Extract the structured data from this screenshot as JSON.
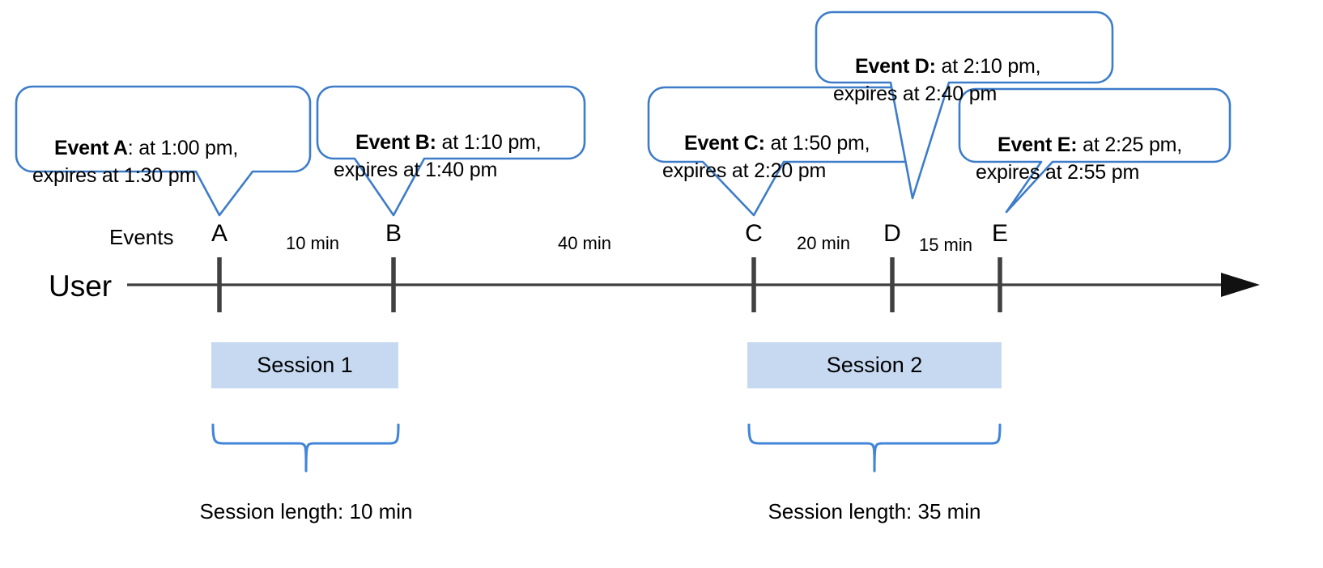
{
  "diagram": {
    "title_row_label": "Events",
    "actor_label": "User",
    "callouts": [
      {
        "id": "A",
        "bold": "Event A",
        "sep": ": ",
        "line1_rest": "at 1:00 pm,",
        "line2": "expires at 1:30 pm",
        "event_time": "1:00 pm",
        "expires_time": "1:30 pm"
      },
      {
        "id": "B",
        "bold": "Event B:",
        "sep": " ",
        "line1_rest": "at 1:10 pm,",
        "line2": "expires at 1:40 pm",
        "event_time": "1:10 pm",
        "expires_time": "1:40 pm"
      },
      {
        "id": "C",
        "bold": "Event C:",
        "sep": " ",
        "line1_rest": "at 1:50 pm,",
        "line2": "expires at 2:20 pm",
        "event_time": "1:50 pm",
        "expires_time": "2:20 pm"
      },
      {
        "id": "D",
        "bold": "Event D:",
        "sep": " ",
        "line1_rest": "at 2:10 pm,",
        "line2": "expires at 2:40 pm",
        "event_time": "2:10 pm",
        "expires_time": "2:40 pm"
      },
      {
        "id": "E",
        "bold": "Event E:",
        "sep": " ",
        "line1_rest": "at 2:25 pm,",
        "line2": "expires at 2:55 pm",
        "event_time": "2:25 pm",
        "expires_time": "2:55 pm"
      }
    ],
    "markers": [
      {
        "label": "A"
      },
      {
        "label": "B"
      },
      {
        "label": "C"
      },
      {
        "label": "D"
      },
      {
        "label": "E"
      }
    ],
    "intervals": [
      {
        "label": "10 min",
        "from": "A",
        "to": "B"
      },
      {
        "label": "40 min",
        "from": "B",
        "to": "C"
      },
      {
        "label": "20 min",
        "from": "C",
        "to": "D"
      },
      {
        "label": "15 min",
        "from": "D",
        "to": "E"
      }
    ],
    "sessions": [
      {
        "name": "Session 1",
        "length_label": "Session length: 10 min",
        "length_min": 10
      },
      {
        "name": "Session 2",
        "length_label": "Session length: 35 min",
        "length_min": 35
      }
    ],
    "colors": {
      "callout_border": "#3d7cc9",
      "callout_fill": "#ffffff",
      "session_fill": "#c6d9f1",
      "axis": "#3f3f3f",
      "tick": "#404040",
      "brace": "#4285d8",
      "text": "#000000"
    }
  }
}
